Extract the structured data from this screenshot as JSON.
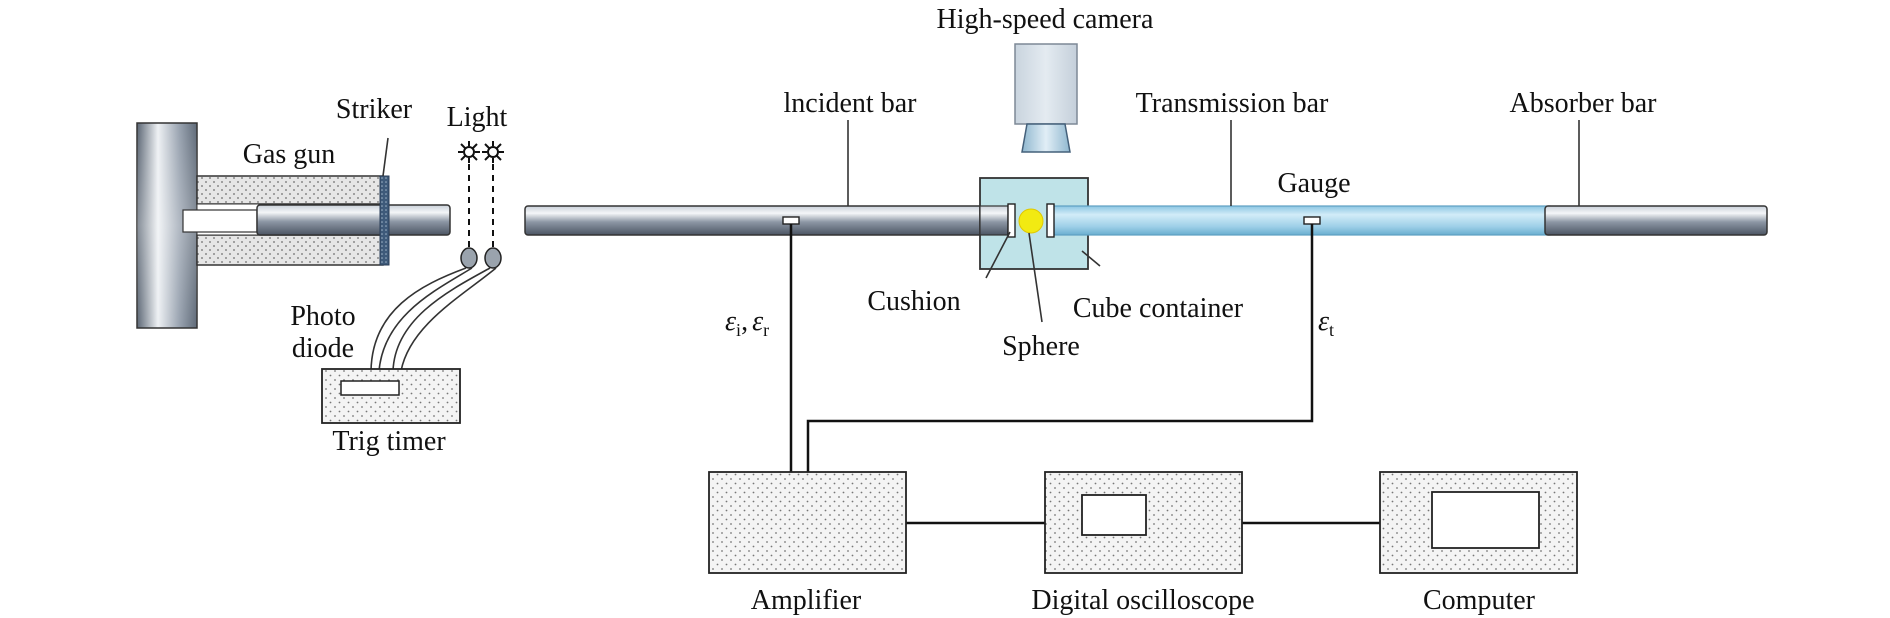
{
  "labels": {
    "camera": "High-speed camera",
    "incident_bar": "lncident bar",
    "transmission_bar": "Transmission bar",
    "absorber_bar": "Absorber bar",
    "striker": "Striker",
    "light": "Light",
    "gas_gun": "Gas gun",
    "gauge": "Gauge",
    "cushion": "Cushion",
    "sphere": "Sphere",
    "cube_container": "Cube container",
    "photo": "Photo",
    "diode": "diode",
    "trig_timer": "Trig timer",
    "amplifier": "Amplifier",
    "oscilloscope": "Digital oscilloscope",
    "computer": "Computer"
  },
  "strain": {
    "symbol": "ε",
    "incident_sub": "i",
    "sep": ",",
    "reflected_sub": "r",
    "transmitted_sub": "t"
  },
  "colors": {
    "steel_bar": "#7f8a99",
    "transmission_bar": "#9fd0e8",
    "container": "#bfe3e8",
    "sphere": "#f2ea12",
    "camera": "#d6e0e8",
    "dot_fill": "#f4f4f4"
  }
}
